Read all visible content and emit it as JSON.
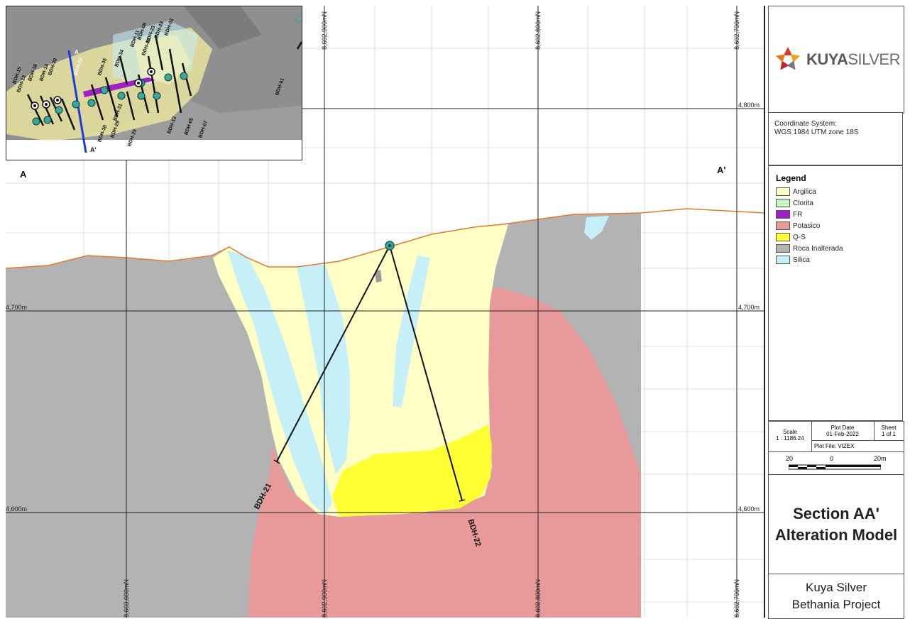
{
  "map": {
    "section_start": "A",
    "section_end": "A'",
    "northing_labels_top": [
      "8,602,900mN",
      "8,602,800mN",
      "8,602,700mN"
    ],
    "northing_labels_bottom": [
      "8,603,000mN",
      "8,602,900mN",
      "8,602,800mN",
      "8,602,700mN"
    ],
    "elevation_labels_right": [
      "4,800m",
      "4,700m",
      "4,600m"
    ],
    "elevation_labels_left": [
      "4,700m",
      "4,600m"
    ],
    "drillholes": [
      {
        "name": "BDH-21"
      },
      {
        "name": "BDH-22"
      }
    ],
    "inset": {
      "section_start": "A",
      "section_end": "A'",
      "hole_labels": [
        "BDH-15",
        "BDH-13",
        "BDH-16",
        "BDH-14",
        "BDH-20",
        "BDH-33",
        "BDH-35",
        "BDH-34",
        "BDH-31",
        "BDH-30",
        "BDH-29",
        "BDH-25",
        "BDH-23",
        "BDH-03",
        "BDH-12",
        "BDH-02",
        "BDH-05",
        "BDH-07",
        "BDH-01",
        "BDH-11",
        "BDH-08",
        "BDH-09"
      ]
    }
  },
  "panel": {
    "logo_main": "KUYA",
    "logo_sub": "SILVER",
    "coordinate_system_label": "Coordinate System:",
    "coordinate_system_value": "WGS 1984 UTM zone 18S",
    "legend_title": "Legend",
    "legend_items": [
      {
        "label": "Argilica",
        "color": "#ffffc6"
      },
      {
        "label": "Clorita",
        "color": "#c8f5c0"
      },
      {
        "label": "FR",
        "color": "#a020c8"
      },
      {
        "label": "Potasico",
        "color": "#e89a9a"
      },
      {
        "label": "Q-S",
        "color": "#ffff33"
      },
      {
        "label": "Roca Inalterada",
        "color": "#b3b3b3"
      },
      {
        "label": "Silica",
        "color": "#c5f0f8"
      }
    ],
    "scale_label": "Scale",
    "scale_value": "1 : 1186.24",
    "plot_date_label": "Plot Date",
    "plot_date_value": "01-Feb-2022",
    "sheet_label": "Sheet",
    "sheet_value": "1 of 1",
    "plot_file": "Plot File: VIZEX",
    "scalebar_labels": [
      "20",
      "0",
      "20m"
    ],
    "title_line1": "Section AA'",
    "title_line2": "Alteration Model",
    "project_line1": "Kuya Silver",
    "project_line2": "Bethania Project"
  }
}
